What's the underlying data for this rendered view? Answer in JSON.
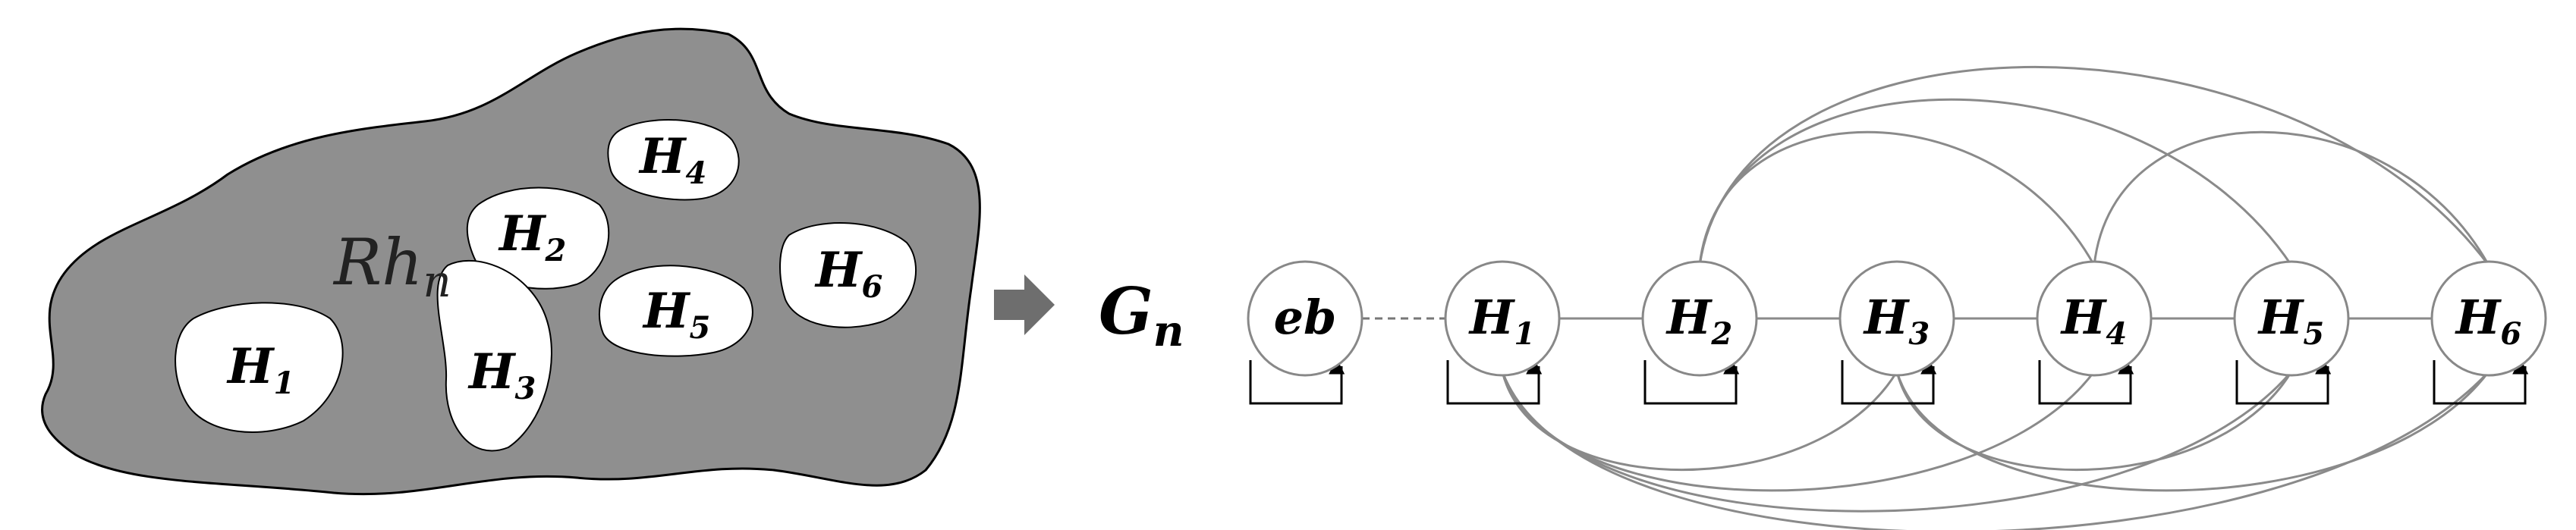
{
  "region": {
    "label_main": "Rh",
    "label_sub": "n",
    "fill": "#8f8f8f",
    "holes": [
      {
        "id": "H1",
        "main": "H",
        "sub": "1"
      },
      {
        "id": "H2",
        "main": "H",
        "sub": "2"
      },
      {
        "id": "H3",
        "main": "H",
        "sub": "3"
      },
      {
        "id": "H4",
        "main": "H",
        "sub": "4"
      },
      {
        "id": "H5",
        "main": "H",
        "sub": "5"
      },
      {
        "id": "H6",
        "main": "H",
        "sub": "6"
      }
    ]
  },
  "arrow": {
    "color": "#6e6e6e"
  },
  "graph": {
    "label_main": "G",
    "label_sub": "n",
    "nodes": [
      {
        "id": "eb",
        "main": "eb",
        "sub": ""
      },
      {
        "id": "H1",
        "main": "H",
        "sub": "1"
      },
      {
        "id": "H2",
        "main": "H",
        "sub": "2"
      },
      {
        "id": "H3",
        "main": "H",
        "sub": "3"
      },
      {
        "id": "H4",
        "main": "H",
        "sub": "4"
      },
      {
        "id": "H5",
        "main": "H",
        "sub": "5"
      },
      {
        "id": "H6",
        "main": "H",
        "sub": "6"
      }
    ],
    "edge_color": "#8a8a8a",
    "dashed_edges": [
      [
        "eb",
        "H1"
      ]
    ],
    "straight_edges": [
      [
        "H1",
        "H2"
      ],
      [
        "H2",
        "H3"
      ],
      [
        "H3",
        "H4"
      ],
      [
        "H4",
        "H5"
      ],
      [
        "H5",
        "H6"
      ]
    ],
    "top_arcs": [
      [
        "H2",
        "H4"
      ],
      [
        "H2",
        "H5"
      ],
      [
        "H2",
        "H6"
      ],
      [
        "H4",
        "H6"
      ]
    ],
    "bottom_arcs": [
      [
        "H1",
        "H3"
      ],
      [
        "H1",
        "H4"
      ],
      [
        "H1",
        "H5"
      ],
      [
        "H1",
        "H6"
      ],
      [
        "H3",
        "H5"
      ],
      [
        "H3",
        "H6"
      ]
    ],
    "self_loops": [
      "eb",
      "H1",
      "H2",
      "H3",
      "H4",
      "H5",
      "H6"
    ]
  }
}
